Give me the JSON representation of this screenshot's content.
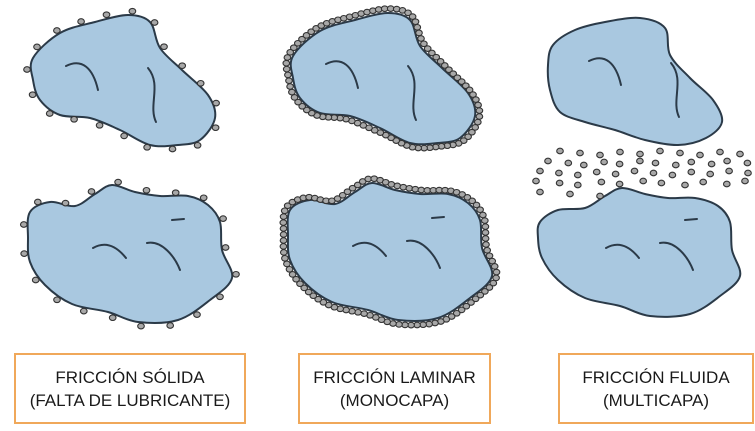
{
  "colors": {
    "blob_fill": "#a9c8e0",
    "blob_stroke": "#2b3a48",
    "particle_fill": "#a8a8a8",
    "particle_stroke": "#333333",
    "caption_border": "#f0a85a",
    "caption_text": "#1a1a1a"
  },
  "panels": [
    {
      "id": "solid-friction",
      "lubricant": "sparse-particles",
      "caption_line1": "FRICCIÓN SÓLIDA",
      "caption_line2": "(FALTA DE LUBRICANTE)"
    },
    {
      "id": "laminar-friction",
      "lubricant": "monolayer",
      "caption_line1": "FRICCIÓN LAMINAR",
      "caption_line2": "(MONOCAPA)"
    },
    {
      "id": "fluid-friction",
      "lubricant": "multilayer",
      "caption_line1": "FRICCIÓN FLUIDA",
      "caption_line2": "(MULTICAPA)"
    }
  ]
}
